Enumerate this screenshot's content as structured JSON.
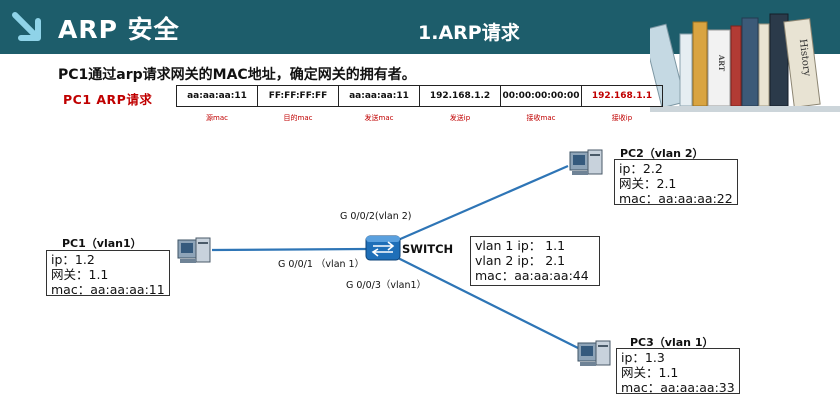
{
  "header": {
    "title": "ARP 安全",
    "subtitle": "1.ARP请求",
    "bar_color": "#1d5d6b"
  },
  "intro_text": "PC1通过arp请求网关的MAC地址，确定网关的拥有者。",
  "arp_request": {
    "label": "PC1   ARP请求",
    "fields": [
      {
        "value": "aa:aa:aa:11",
        "label": "源mac",
        "highlight": false
      },
      {
        "value": "FF:FF:FF:FF",
        "label": "目的mac",
        "highlight": false
      },
      {
        "value": "aa:aa:aa:11",
        "label": "发送mac",
        "highlight": false
      },
      {
        "value": "192.168.1.2",
        "label": "发送ip",
        "highlight": false
      },
      {
        "value": "00:00:00:00:00",
        "label": "接收mac",
        "highlight": false
      },
      {
        "value": "192.168.1.1",
        "label": "接收ip",
        "highlight": true
      }
    ]
  },
  "books": {
    "labels": [
      "ART",
      "History"
    ]
  },
  "topology": {
    "switch": {
      "label": "SWITCH",
      "info": [
        "vlan 1 ip： 1.1",
        "vlan 2 ip： 2.1",
        "mac：aa:aa:aa:44"
      ]
    },
    "pc1": {
      "title": "PC1（vlan1）",
      "info": [
        "ip：1.2",
        "网关：1.1",
        "mac：aa:aa:aa:11"
      ]
    },
    "pc2": {
      "title": "PC2（vlan 2）",
      "info": [
        "ip：2.2",
        "网关：2.1",
        "mac：aa:aa:aa:22"
      ]
    },
    "pc3": {
      "title": "PC3（vlan 1）",
      "info": [
        "ip：1.3",
        "网关：1.1",
        "mac：aa:aa:aa:33"
      ]
    },
    "ports": {
      "g001": "G 0/0/1 （vlan 1）",
      "g002": "G 0/0/2(vlan 2)",
      "g003": "G 0/0/3（vlan1）"
    },
    "link_color": "#2e75b6"
  }
}
